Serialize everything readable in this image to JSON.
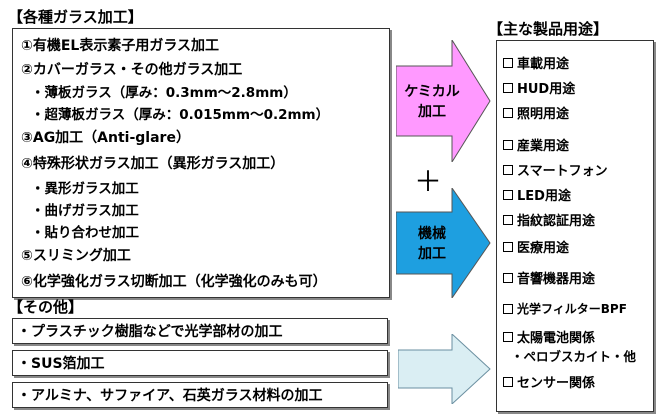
{
  "processing": {
    "title": "【各種ガラス加工】",
    "items": [
      "①有機EL表示素子用ガラス加工",
      "②カバーガラス・その他ガラス加工",
      "・薄板ガラス（厚み：0.3mm～2.8mm）",
      "・超薄板ガラス（厚み：0.015mm～0.2mm）",
      "③AG加工（Anti-glare）",
      "④特殊形状ガラス加工（異形ガラス加工）",
      "・異形ガラス加工",
      "・曲げガラス加工",
      "・貼り合わせ加工",
      "⑤スリミング加工",
      "⑥化学強化ガラス切断加工（化学強化のみも可）"
    ]
  },
  "other": {
    "title": "【その他】",
    "items": [
      "・プラスチック樹脂などで光学部材の加工",
      "・SUS箔加工",
      "・アルミナ、サファイア、石英ガラス材料の加工"
    ]
  },
  "arrows": {
    "chemical": {
      "label_line1": "ケミカル",
      "label_line2": "加工",
      "color": "#ff99ff"
    },
    "plus": "＋",
    "mechanical": {
      "label_line1": "機械",
      "label_line2": "加工",
      "color": "#1e9fe0"
    },
    "other_color": "#daeef3"
  },
  "applications": {
    "title": "【主な製品用途】",
    "items": [
      "車載用途",
      "HUD用途",
      "照明用途",
      "産業用途",
      "スマートフォン",
      "LED用途",
      "指紋認証用途",
      "医療用途",
      "音響機器用途",
      "光学フィルターBPF",
      "太陽電池関係",
      "センサー関係"
    ],
    "item_sub": "・ペロブスカイト・他",
    "checkbox_icon": "checkbox-icon"
  }
}
